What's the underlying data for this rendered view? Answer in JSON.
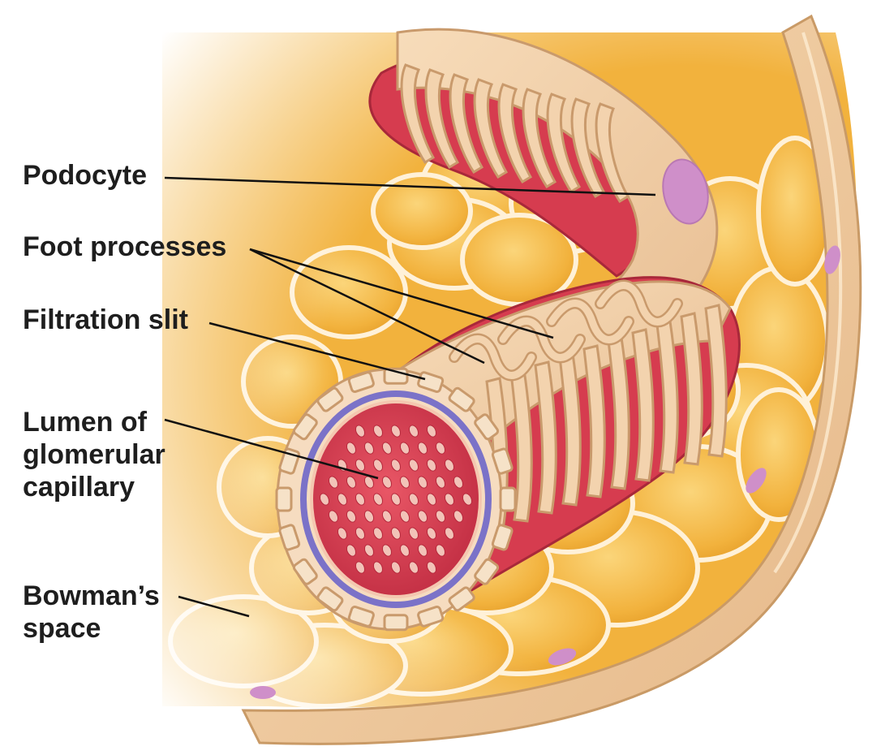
{
  "labels": {
    "podocyte": "Podocyte",
    "foot_processes": "Foot processes",
    "filtration_slit": "Filtration slit",
    "lumen": [
      "Lumen of",
      "glomerular",
      "capillary"
    ],
    "bowmans_space": [
      "Bowman’s",
      "space"
    ]
  },
  "colors": {
    "background": "#ffffff",
    "bowman_wall": "#f0c99a",
    "bowman_wall_edge": "#c99a66",
    "parietal_cells": "#f3b23c",
    "cell_border": "#fff1d8",
    "podocyte_body": "#f3d3ae",
    "podocyte_outline": "#c99a6c",
    "capillary_red": "#d63c4f",
    "capillary_dark": "#b72a3d",
    "fenestra": "#f2c3b8",
    "basement_membrane": "#7b72c8",
    "nucleus": "#cf8fc9",
    "label_text": "#1e1e1e",
    "leader_line": "#111111"
  }
}
